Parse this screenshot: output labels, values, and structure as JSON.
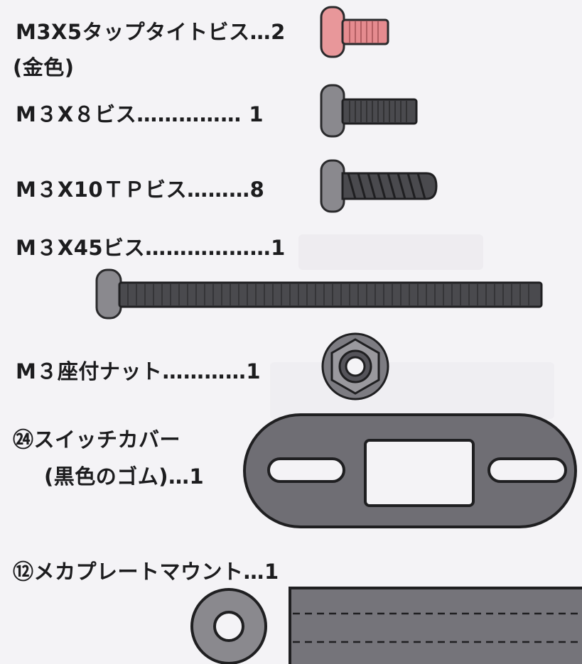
{
  "parts": [
    {
      "id": "m3x5",
      "label": "M3X5タップタイトビス…2",
      "sublabel": "(金色)",
      "icon": "gold-tapping-screw-icon"
    },
    {
      "id": "m3x8",
      "label": "M３X８ビス…………… 1",
      "icon": "screw-icon"
    },
    {
      "id": "m3x10tp",
      "label": "M３X10ＴＰビス………8",
      "icon": "tapping-screw-icon"
    },
    {
      "id": "m3x45",
      "label": "M３X45ビス………………1",
      "icon": "long-screw-icon"
    },
    {
      "id": "m3nut",
      "label": "M３座付ナット…………1",
      "icon": "flange-nut-icon"
    },
    {
      "id": "switch-cover",
      "label": "㉔スイッチカバー",
      "sublabel": "(黒色のゴム)…1",
      "icon": "switch-cover-icon"
    },
    {
      "id": "mecha-plate-mount",
      "label": "⑫メカプレートマウント…1",
      "icon": "mecha-plate-mount-icon"
    }
  ],
  "colors": {
    "background": "#f4f3f6",
    "gold_screw": "#e58b8f",
    "steel": "#8a898e",
    "dark_steel": "#3f3f42",
    "rubber": "#6f6e74"
  }
}
